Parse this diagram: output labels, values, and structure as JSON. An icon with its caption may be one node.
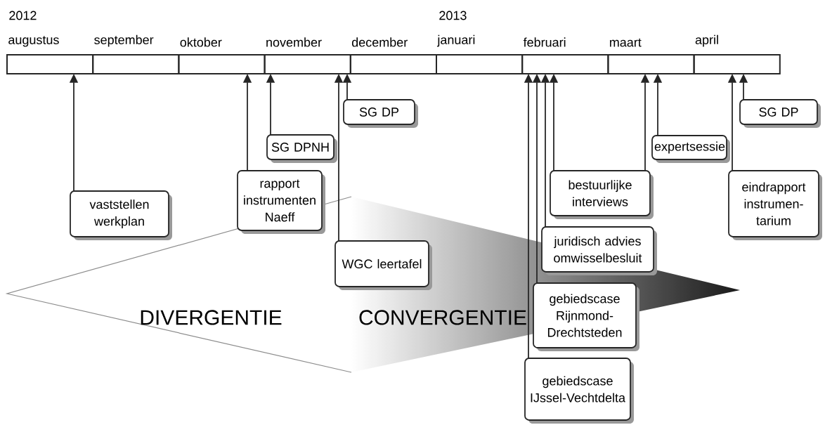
{
  "diagram": {
    "nodes": [
      {
        "text": [
          "augustus"
        ]
      },
      {
        "text": [
          "september"
        ]
      },
      {
        "text": [
          "oktober"
        ]
      },
      {
        "text": [
          "november"
        ]
      },
      {
        "text": [
          "december"
        ]
      },
      {
        "text": [
          "januari"
        ]
      },
      {
        "text": [
          "februari"
        ]
      },
      {
        "text": [
          "maart"
        ]
      },
      {
        "text": [
          "april"
        ]
      },
      {
        "text": [
          "vaststellen werkplan"
        ]
      },
      {
        "text": [
          "SG DP"
        ]
      },
      {
        "text": [
          "SG DPNH"
        ]
      },
      {
        "text": [
          "rapport instrumenten Naeff"
        ]
      },
      {
        "text": [
          "WGC leertafel"
        ]
      },
      {
        "text": [
          "bestuurlijke interviews"
        ]
      },
      {
        "text": [
          "juridisch advies omwisselbesluit"
        ]
      },
      {
        "text": [
          "gebiedscase Rijnmond-Drechtsteden"
        ]
      },
      {
        "text": [
          "gebiedscase IJssel-Vechtdelta"
        ]
      },
      {
        "text": [
          "expertsessie"
        ]
      },
      {
        "text": [
          "SG DP"
        ]
      },
      {
        "text": [
          "eindrapport instrumen-tarium"
        ]
      }
    ],
    "edges": [
      {
        "from": 9,
        "to": 0,
        "arrow": "to"
      },
      {
        "from": 12,
        "to": 2,
        "arrow": "to"
      },
      {
        "from": 11,
        "to": 3,
        "arrow": "to"
      },
      {
        "from": 13,
        "to": 3,
        "arrow": "to"
      },
      {
        "from": 10,
        "to": 3,
        "arrow": "to"
      },
      {
        "from": 16,
        "to": 6,
        "arrow": "to"
      },
      {
        "from": 14,
        "to": 6,
        "arrow": "to"
      },
      {
        "from": 15,
        "to": 6,
        "arrow": "to"
      },
      {
        "from": 17,
        "to": 6,
        "arrow": "to"
      },
      {
        "from": 18,
        "to": 7,
        "arrow": "to"
      },
      {
        "from": 14,
        "to": 7,
        "arrow": "to"
      },
      {
        "from": 20,
        "to": 8,
        "arrow": "to"
      },
      {
        "from": 19,
        "to": 8,
        "arrow": "to"
      }
    ],
    "labels": [
      "2012",
      "2013",
      "DIVERGENTIE",
      "CONVERGENTIE"
    ]
  }
}
